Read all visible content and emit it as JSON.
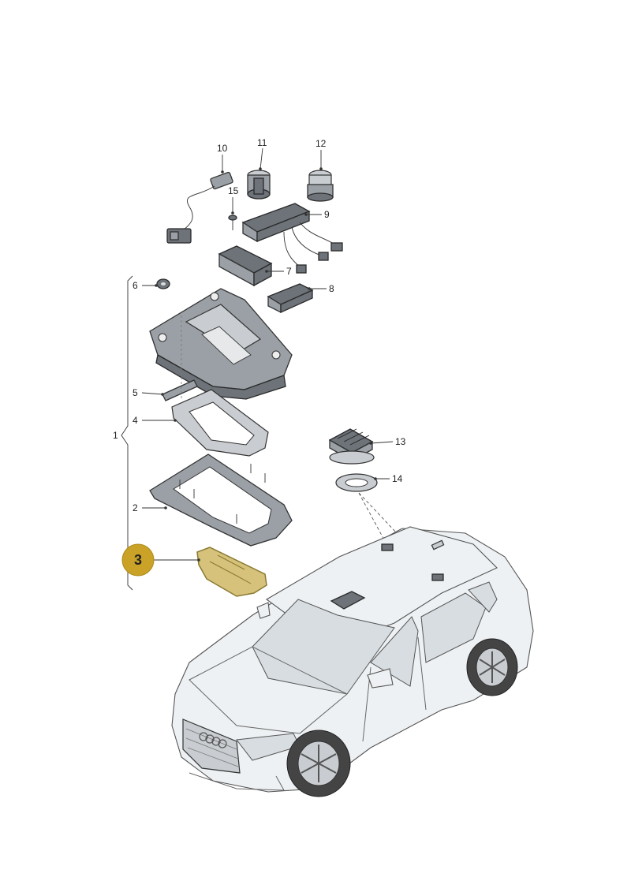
{
  "callouts": {
    "c1": "1",
    "c2": "2",
    "c3": "3",
    "c4": "4",
    "c5": "5",
    "c6": "6",
    "c7": "7",
    "c8": "8",
    "c9": "9",
    "c10": "10",
    "c11": "11",
    "c12": "12",
    "c13": "13",
    "c14": "14",
    "c15": "15"
  },
  "highlight": {
    "badge_color": "#c9a227",
    "part_color": "#d6c27a"
  }
}
